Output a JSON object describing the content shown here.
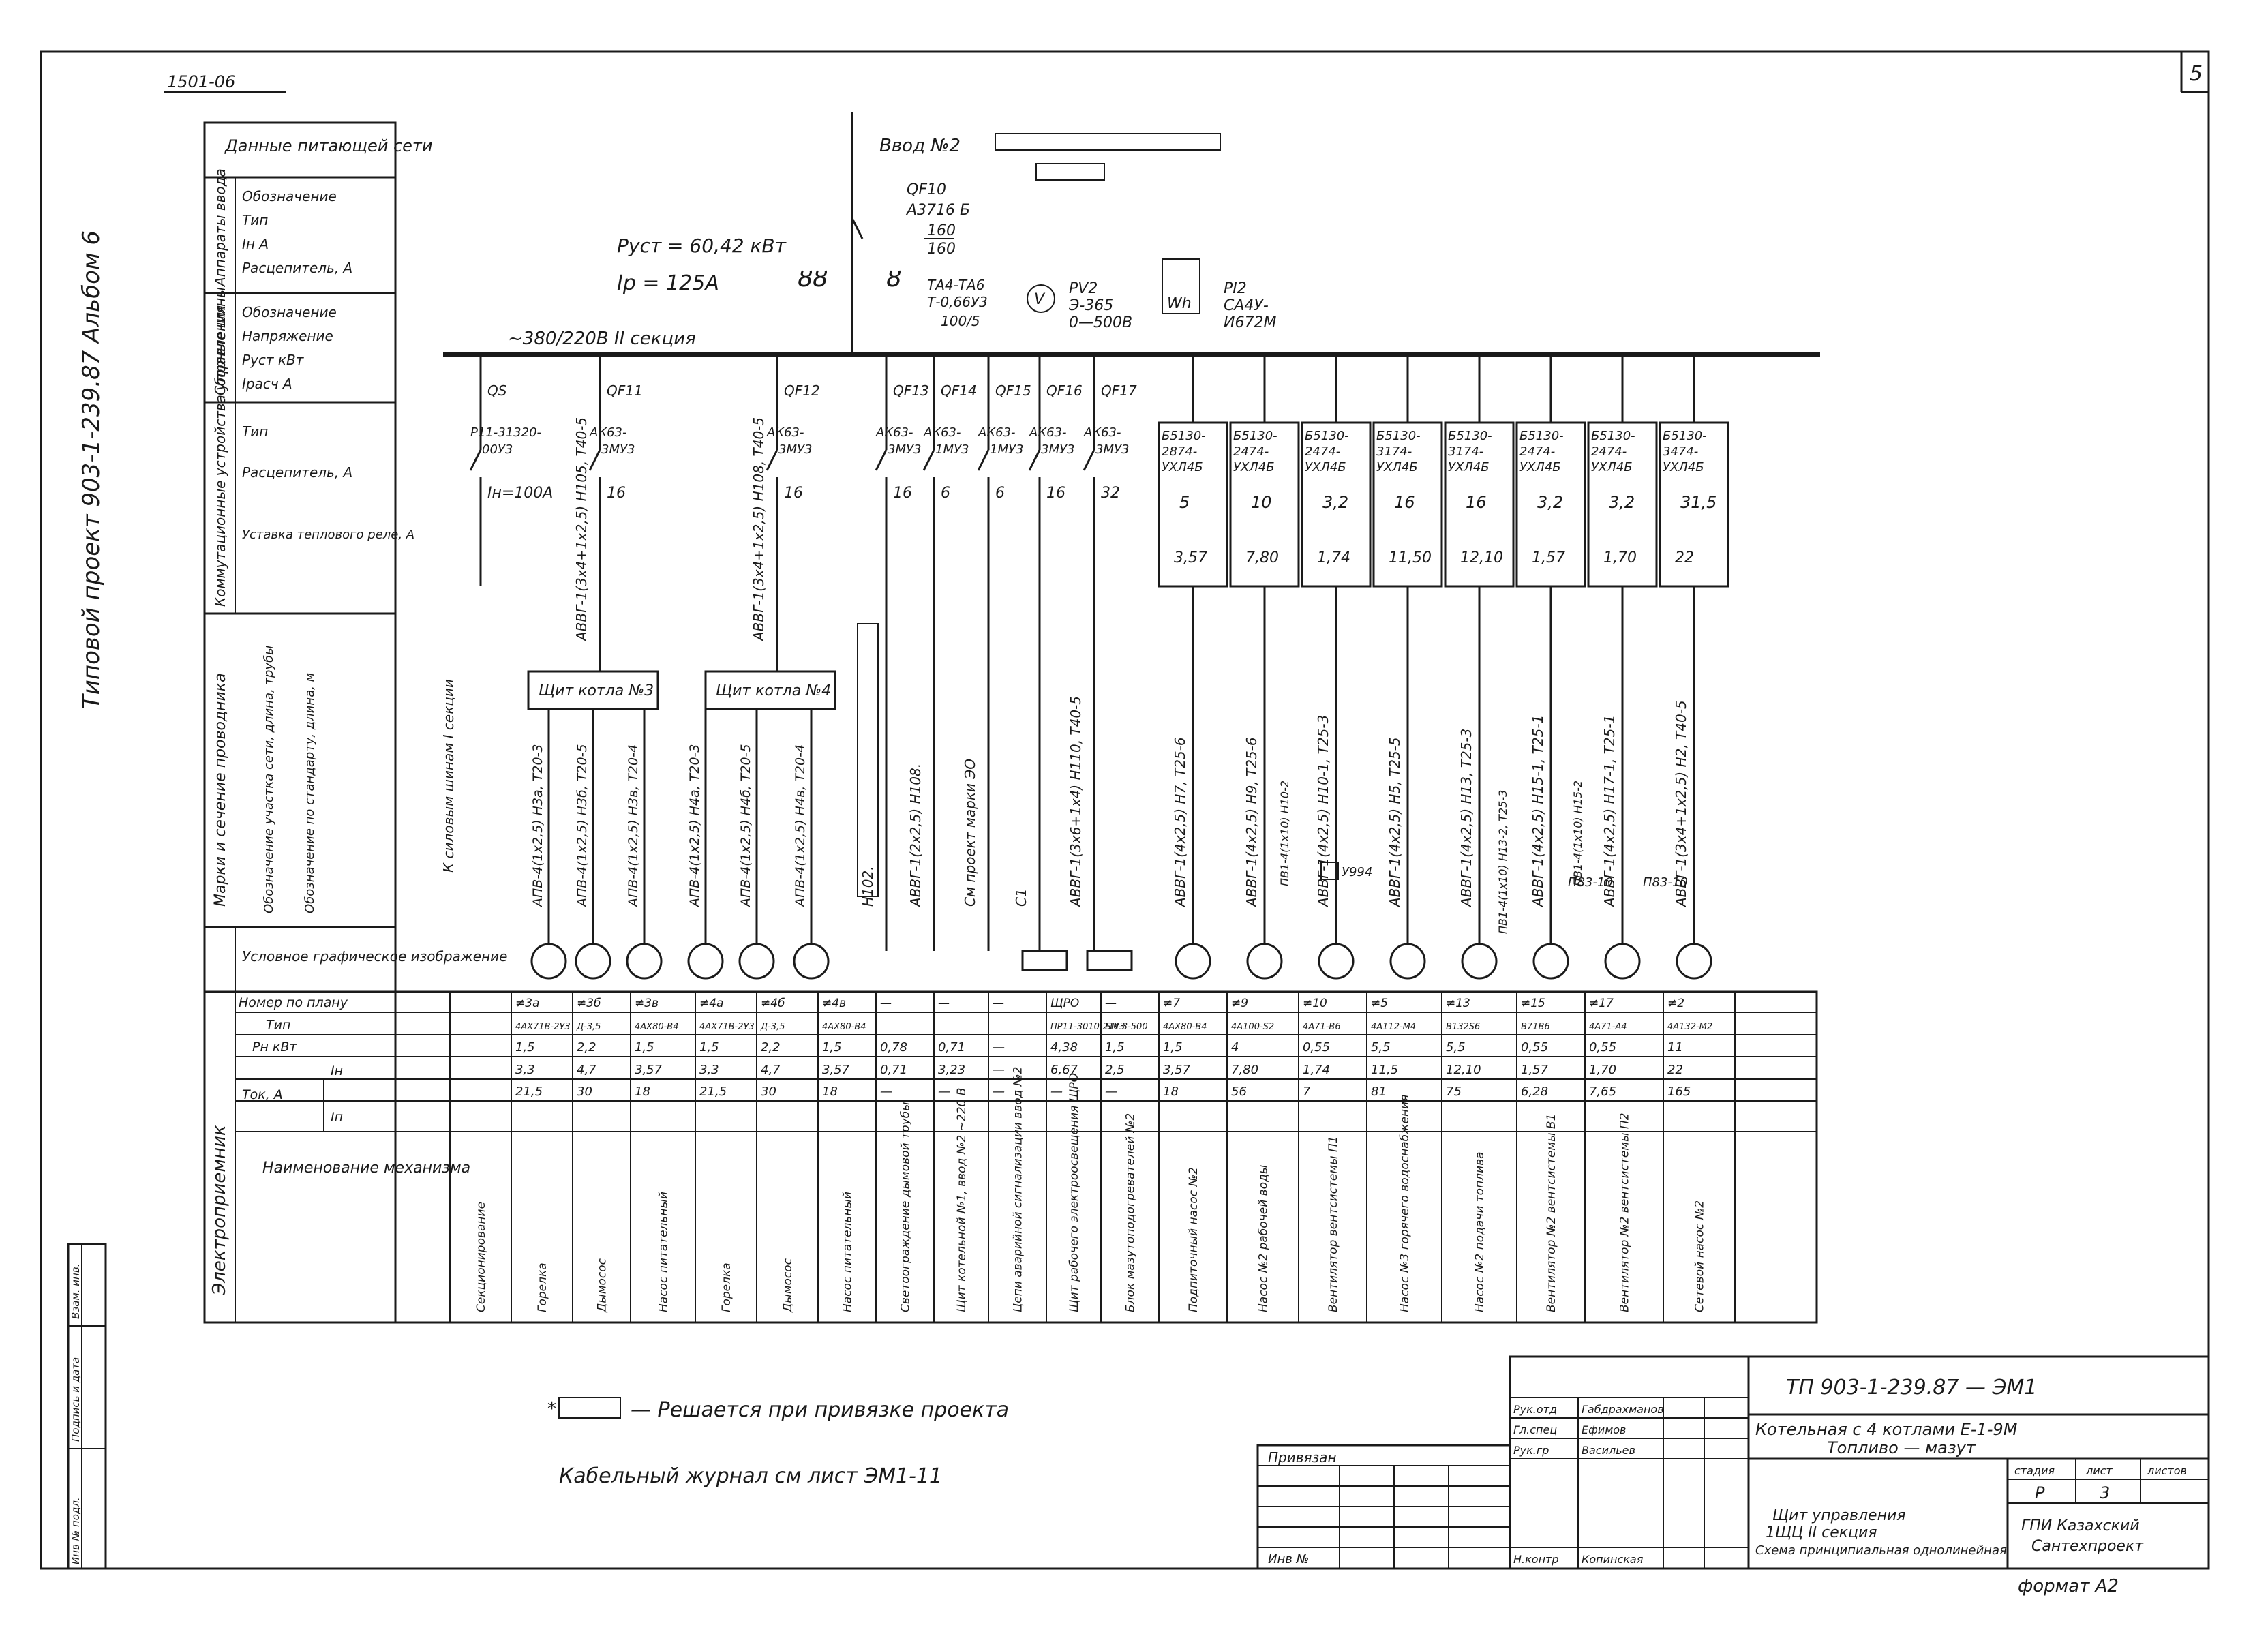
{
  "sheet": {
    "page_number": "5",
    "doc_code": "1501-06",
    "album": "Типовой проект 903-1-239.87  Альбом 6"
  },
  "left_legend": {
    "network_data": "Данные питающей сети",
    "input_apparatus": "Аппараты ввода",
    "input_apparatus_fields": [
      "Обозначение",
      "Тип",
      "Iн  А",
      "Расцепитель, А"
    ],
    "busbars": "Сборные шины",
    "busbars_fields": [
      "Обозначение",
      "Напряжение",
      "Руст  кВт",
      "Iрасч  А"
    ],
    "switchgear": "Коммутационные устройства управления",
    "switchgear_fields": [
      "Тип",
      "Расцепитель, А",
      "Уставка теплового реле, А"
    ],
    "cable_brand": "Марки и сечение проводника",
    "cable_brand_fields": [
      "Обозначение участка сети, длина, трубы",
      "Обозначение по стандарту, длина, м"
    ],
    "symbol": "Условное графическое изображение",
    "receivers": "Электроприемник"
  },
  "input": {
    "name": "Ввод №2",
    "breaker_code": "QF10",
    "breaker_type": "А3716 Б",
    "breaker_in": "160",
    "breaker_release": "160",
    "p_inst": "Руст = 60,42 кВт",
    "i_calc": "Iр = 125А",
    "ct": "ТА4-ТА6",
    "ct_type": "Т-0,66У3",
    "ct_ratio": "100/5",
    "voltmeter_code": "PV2",
    "voltmeter_type": "Э-365",
    "voltmeter_range": "0—500В",
    "meter_code": "PI2",
    "meter_type": "СА4У-",
    "meter_type2": "И672М",
    "voltmeter_symbol": "V",
    "meter_symbol": "Wh"
  },
  "bus": {
    "label": "~380/220В  II секция"
  },
  "feeders_left": [
    {
      "code": "QS",
      "type1": "Р11-31320-",
      "type2": "00У3",
      "setting": "Iн=100А",
      "cable": "К силовым шинам I секции"
    },
    {
      "code": "QF11",
      "type1": "АК63-",
      "type2": "3МУ3",
      "setting": "16",
      "cable": "АВВГ-1(3х4+1х2,5)  Н105, Т40-5"
    },
    {
      "code": "QF12",
      "type1": "АК63-",
      "type2": "3МУ3",
      "setting": "16",
      "cable": "АВВГ-1(3х4+1х2,5)  Н108, Т40-5"
    },
    {
      "code": "QF13",
      "type1": "АК63-",
      "type2": "3МУ3",
      "setting": "16",
      "cable": "Н102."
    },
    {
      "code": "QF14",
      "type1": "АК63-",
      "type2": "1МУ3",
      "setting": "6",
      "cable": "АВВГ-1(2х2,5)  Н108."
    },
    {
      "code": "QF15",
      "type1": "АК63-",
      "type2": "1МУ3",
      "setting": "6",
      "cable": "См проект марки ЭО"
    },
    {
      "code": "QF16",
      "type1": "АК63-",
      "type2": "3МУ3",
      "setting": "16",
      "cable": "С1"
    },
    {
      "code": "QF17",
      "type1": "АК63-",
      "type2": "3МУ3",
      "setting": "32",
      "cable": "АВВГ-1(3х6+1х4)  Н110, Т40-5"
    }
  ],
  "feeders_right": [
    {
      "type": "Б5130-2874-УХЛ4Б",
      "release": "5",
      "setting": "3,57",
      "cable": "АВВГ-1(4х2,5)  Н7, Т25-6"
    },
    {
      "type": "Б5130-2474-УХЛ4Б",
      "release": "10",
      "setting": "7,80",
      "cable": "АВВГ-1(4х2,5)  Н9, Т25-6"
    },
    {
      "type": "Б5130-2474-УХЛ4Б",
      "release": "3,2",
      "setting": "1,74",
      "cable": "АВВГ-1(4х2,5)  Н10-1, Т25-3"
    },
    {
      "type": "Б5130-3174-УХЛ4Б",
      "release": "16",
      "setting": "11,50",
      "cable": "АВВГ-1(4х2,5)  Н5, Т25-5"
    },
    {
      "type": "Б5130-3174-УХЛ4Б",
      "release": "16",
      "setting": "12,10",
      "cable": "АВВГ-1(4х2,5)  Н13, Т25-3"
    },
    {
      "type": "Б5130-2474-УХЛ4Б",
      "release": "3,2",
      "setting": "1,57",
      "cable": "АВВГ-1(4х2,5)  Н15-1, Т25-1"
    },
    {
      "type": "Б5130-2474-УХЛ4Б",
      "release": "3,2",
      "setting": "1,70",
      "cable": "АВВГ-1(4х2,5)  Н17-1, Т25-1"
    },
    {
      "type": "Б5130-3474-УХЛ4Б",
      "release": "31,5",
      "setting": "22",
      "cable": "АВВГ-1(3х4+1х2,5)  Н2, Т40-5"
    }
  ],
  "boiler_panels": [
    {
      "label": "Щит котла №3"
    },
    {
      "label": "Щит котла №4"
    }
  ],
  "boiler_cables": [
    "АПВ-4(1х2,5)  Н3а, Т20-3",
    "АПВ-4(1х2,5)  Н3б, Т20-5",
    "АПВ-4(1х2,5)  Н3в, Т20-4",
    "АПВ-4(1х2,5)  Н4а, Т20-3",
    "АПВ-4(1х2,5)  Н4б, Т20-5",
    "АПВ-4(1х2,5)  Н4в, Т20-4"
  ],
  "misc_labels": {
    "pb1_10": "ПВ1-4(1х10)  Н10-2",
    "box_u994": "У994",
    "pb1_13": "ПВ1-4(1х10)  Н13-2, Т25-3",
    "pb1_15": "ПВ1-4(1х10)  Н15-2",
    "p83_1": "П83-10",
    "p83_2": "П83-10"
  },
  "table": {
    "row_labels": {
      "plan_no": "Номер по плану",
      "type": "Тип",
      "pn": "Рн  кВт",
      "current": "Ток, А",
      "in": "Iн",
      "ip": "Iп",
      "mech": "Наименование механизма"
    },
    "columns": [
      {
        "plan_no": "",
        "type": "",
        "pn": "",
        "in": "",
        "ip": "",
        "mech": "Секционирование"
      },
      {
        "plan_no": "≠3а",
        "type": "4АХ71В-2У3",
        "pn": "1,5",
        "in": "3,3",
        "ip": "21,5",
        "mech": "Горелка"
      },
      {
        "plan_no": "≠3б",
        "type": "Д-3,5",
        "pn": "2,2",
        "in": "4,7",
        "ip": "30",
        "mech": "Дымосос"
      },
      {
        "plan_no": "≠3в",
        "type": "4АХ80-В4",
        "pn": "1,5",
        "in": "3,57",
        "ip": "18",
        "mech": "Насос питательный"
      },
      {
        "plan_no": "≠4а",
        "type": "4АХ71В-2У3",
        "pn": "1,5",
        "in": "3,3",
        "ip": "21,5",
        "mech": "Горелка"
      },
      {
        "plan_no": "≠4б",
        "type": "Д-3,5",
        "pn": "2,2",
        "in": "4,7",
        "ip": "30",
        "mech": "Дымосос"
      },
      {
        "plan_no": "≠4в",
        "type": "4АХ80-В4",
        "pn": "1,5",
        "in": "3,57",
        "ip": "18",
        "mech": "Насос питательный"
      },
      {
        "plan_no": "—",
        "type": "—",
        "pn": "0,78",
        "in": "0,71",
        "ip": "—",
        "mech": "Светоограждение дымовой трубы"
      },
      {
        "plan_no": "—",
        "type": "—",
        "pn": "0,71",
        "in": "3,23",
        "ip": "—",
        "mech": "Щит котельной №1, ввод №2 ~220 В"
      },
      {
        "plan_no": "—",
        "type": "—",
        "pn": "—",
        "in": "—",
        "ip": "—",
        "mech": "Цепи аварийной сигнализации ввод №2"
      },
      {
        "plan_no": "ЩРО",
        "type": "ПР11-3010-21У3",
        "pn": "4,38",
        "in": "6,67",
        "ip": "—",
        "mech": "Щит рабочего электроосвещения ЩРО"
      },
      {
        "plan_no": "—",
        "type": "БМ-3-500",
        "pn": "1,5",
        "in": "2,5",
        "ip": "—",
        "mech": "Блок мазутоподогревателей №2"
      },
      {
        "plan_no": "≠7",
        "type": "4АХ80-В4",
        "pn": "1,5",
        "in": "3,57",
        "ip": "18",
        "mech": "Подпиточный насос №2"
      },
      {
        "plan_no": "≠9",
        "type": "4А100-S2",
        "pn": "4",
        "in": "7,80",
        "ip": "56",
        "mech": "Насос №2 рабочей воды"
      },
      {
        "plan_no": "≠10",
        "type": "4А71-В6",
        "pn": "0,55",
        "in": "1,74",
        "ip": "7",
        "mech": "Вентилятор вентсистемы П1"
      },
      {
        "plan_no": "≠5",
        "type": "4А112-М4",
        "pn": "5,5",
        "in": "11,5",
        "ip": "81",
        "mech": "Насос №3 горячего водоснабжения"
      },
      {
        "plan_no": "≠13",
        "type": "В132S6",
        "pn": "5,5",
        "in": "12,10",
        "ip": "75",
        "mech": "Насос №2 подачи топлива"
      },
      {
        "plan_no": "≠15",
        "type": "В71В6",
        "pn": "0,55",
        "in": "1,57",
        "ip": "6,28",
        "mech": "Вентилятор №2 вентсистемы В1"
      },
      {
        "plan_no": "≠17",
        "type": "4А71-А4",
        "pn": "0,55",
        "in": "1,70",
        "ip": "7,65",
        "mech": "Вентилятор №2 вентсистемы П2"
      },
      {
        "plan_no": "≠2",
        "type": "4А132-М2",
        "pn": "11",
        "in": "22",
        "ip": "165",
        "mech": "Сетевой насос №2"
      }
    ]
  },
  "notes": {
    "note1": "— Решается при привязке проекта",
    "note2": "Кабельный журнал см лист ЭМ1-11"
  },
  "stamp": {
    "doc": "ТП 903-1-239.87 — ЭМ1",
    "object1": "Котельная с 4 котлами Е-1-9М",
    "object2": "Топливо — мазут",
    "title1": "Щит управления",
    "title2": "1ЩЦ  II секция",
    "title3": "Схема принципиальная однолинейная",
    "org1": "ГПИ Казахский",
    "org2": "Сантехпроект",
    "stage_label": "стадия",
    "sheet_label": "лист",
    "sheets_label": "листов",
    "stage": "Р",
    "sheet": "3",
    "roles": [
      {
        "role": "Рук.отд",
        "name": "Габдрахманов"
      },
      {
        "role": "Гл.спец",
        "name": "Ефимов"
      },
      {
        "role": "Рук.гр",
        "name": "Васильев"
      },
      {
        "role": "Н.контр",
        "name": "Копинская"
      }
    ],
    "tied": "Привязан",
    "inv": "Инв №",
    "format": "формат А2"
  },
  "side_stamp": [
    "Инв № подл.",
    "Подпись и дата",
    "Взам. инв."
  ]
}
